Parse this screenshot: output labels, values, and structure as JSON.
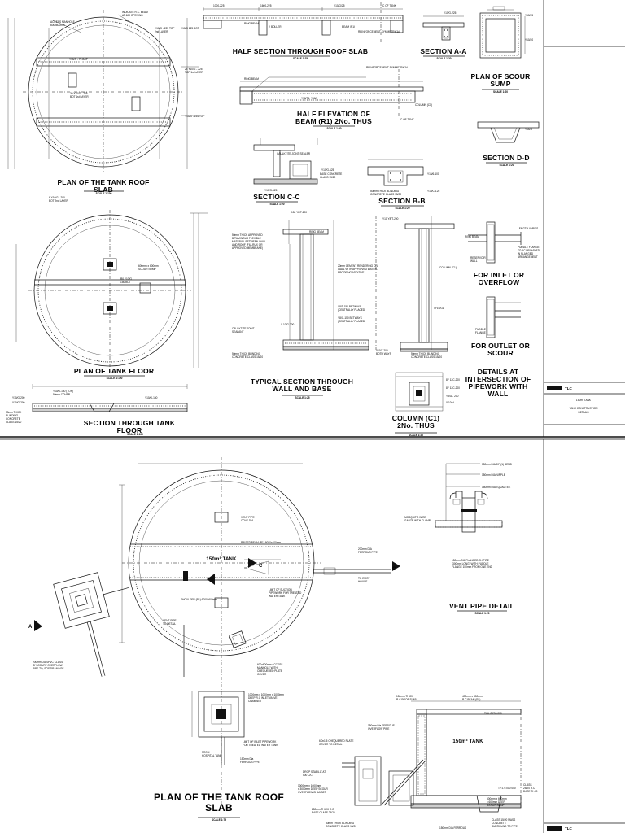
{
  "sheet1": {
    "titles": {
      "roof_plan": [
        "PLAN OF THE TANK ROOF",
        "SLAB"
      ],
      "roof_section": [
        "HALF SECTION THROUGH ROOF SLAB"
      ],
      "section_aa": [
        "SECTION A-A"
      ],
      "scour_sump": [
        "PLAN OF SCOUR",
        "SUMP"
      ],
      "beam": [
        "HALF ELEVATION OF",
        "BEAM (R1) 2No. THUS"
      ],
      "section_dd": [
        "SECTION D-D"
      ],
      "section_cc": [
        "SECTION C-C"
      ],
      "section_bb": [
        "SECTION B-B"
      ],
      "tank_floor": [
        "PLAN OF TANK FLOOR"
      ],
      "wall_section": [
        "TYPICAL SECTION THROUGH",
        "WALL AND BASE"
      ],
      "inlet": [
        "FOR INLET OR",
        "OVERFLOW"
      ],
      "outlet": [
        "FOR OUTLET OR",
        "SCOUR"
      ],
      "pipework": [
        "DETAILS AT",
        "INTERSECTION OF",
        "PIPEWORK WITH",
        "WALL"
      ],
      "column": [
        "COLUMN (C1)",
        "2No. THUS"
      ],
      "floor_section": [
        "SECTION THROUGH TANK",
        "FLOOR"
      ]
    },
    "title_block": {
      "logo": "TLC",
      "project": "150m³ TANK",
      "description": [
        "TANK CONSTRUCTION",
        "DETAILS"
      ]
    }
  },
  "sheet2": {
    "titles": {
      "roof_plan": [
        "PLAN OF THE TANK ROOF",
        "SLAB"
      ],
      "vent_pipe": [
        "VENT PIPE DETAIL"
      ]
    },
    "plan_labels": {
      "tank": "150m³ TANK",
      "section_c_left": "C",
      "section_c_right": "C",
      "section_a": "A"
    },
    "section_tank": "150m³ TANK",
    "title_block": {
      "logo": "TLC"
    }
  }
}
